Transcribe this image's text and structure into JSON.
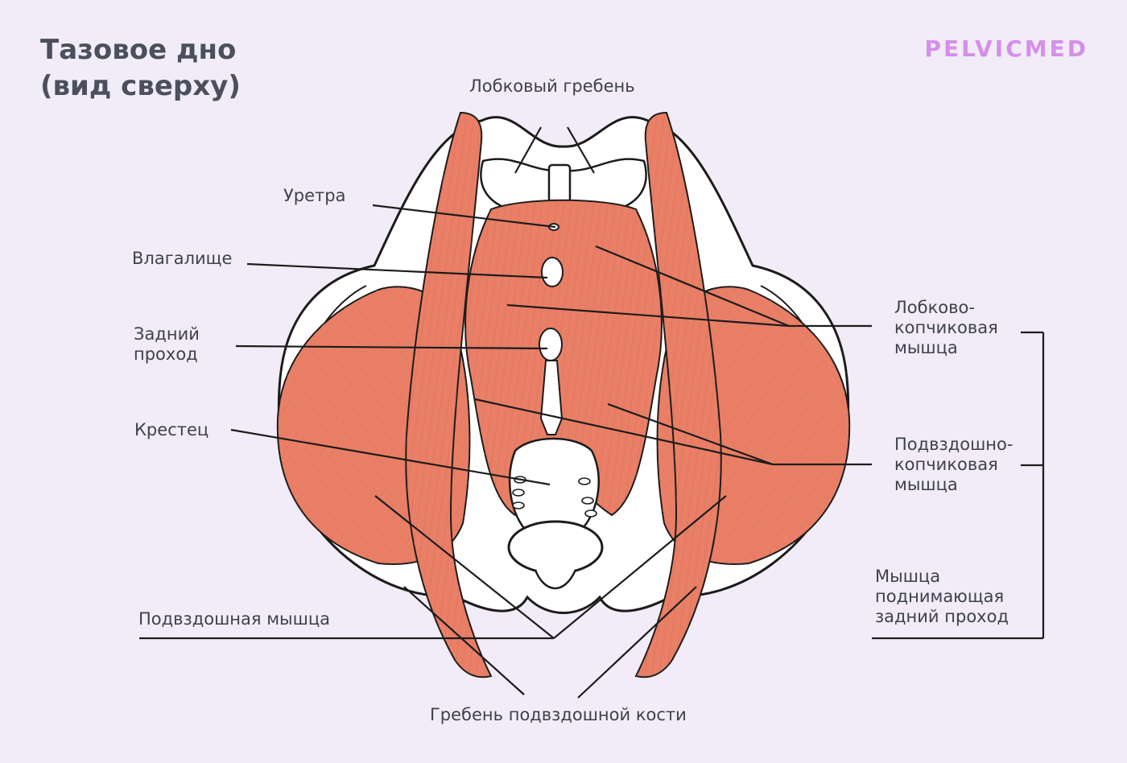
{
  "title": {
    "line1": "Тазовое дно",
    "line2": "(вид сверху)"
  },
  "brand": "PELVICMED",
  "labels": {
    "pubic_crest": "Лобковый гребень",
    "urethra": "Уретра",
    "vagina": "Влагалище",
    "anus_line1": "Задний",
    "anus_line2": "проход",
    "sacrum": "Крестец",
    "iliacus": "Подвздошная мышца",
    "iliac_crest": "Гребень подвздошной кости",
    "pubococcygeus_line1": "Лобково-",
    "pubococcygeus_line2": "копчиковая",
    "pubococcygeus_line3": "мышца",
    "iliococcygeus_line1": "Подвздошно-",
    "iliococcygeus_line2": "копчиковая",
    "iliococcygeus_line3": "мышца",
    "levator_line1": "Мышца",
    "levator_line2": "поднимающая",
    "levator_line3": "задний проход"
  },
  "colors": {
    "background": "#f1ecf7",
    "muscle": "#e97f66",
    "muscle_dark": "#d86b52",
    "bone": "#ffffff",
    "outline": "#1c1c1c",
    "title": "#4b4f5e",
    "brand": "#d58fe9",
    "label": "#3e4150"
  }
}
